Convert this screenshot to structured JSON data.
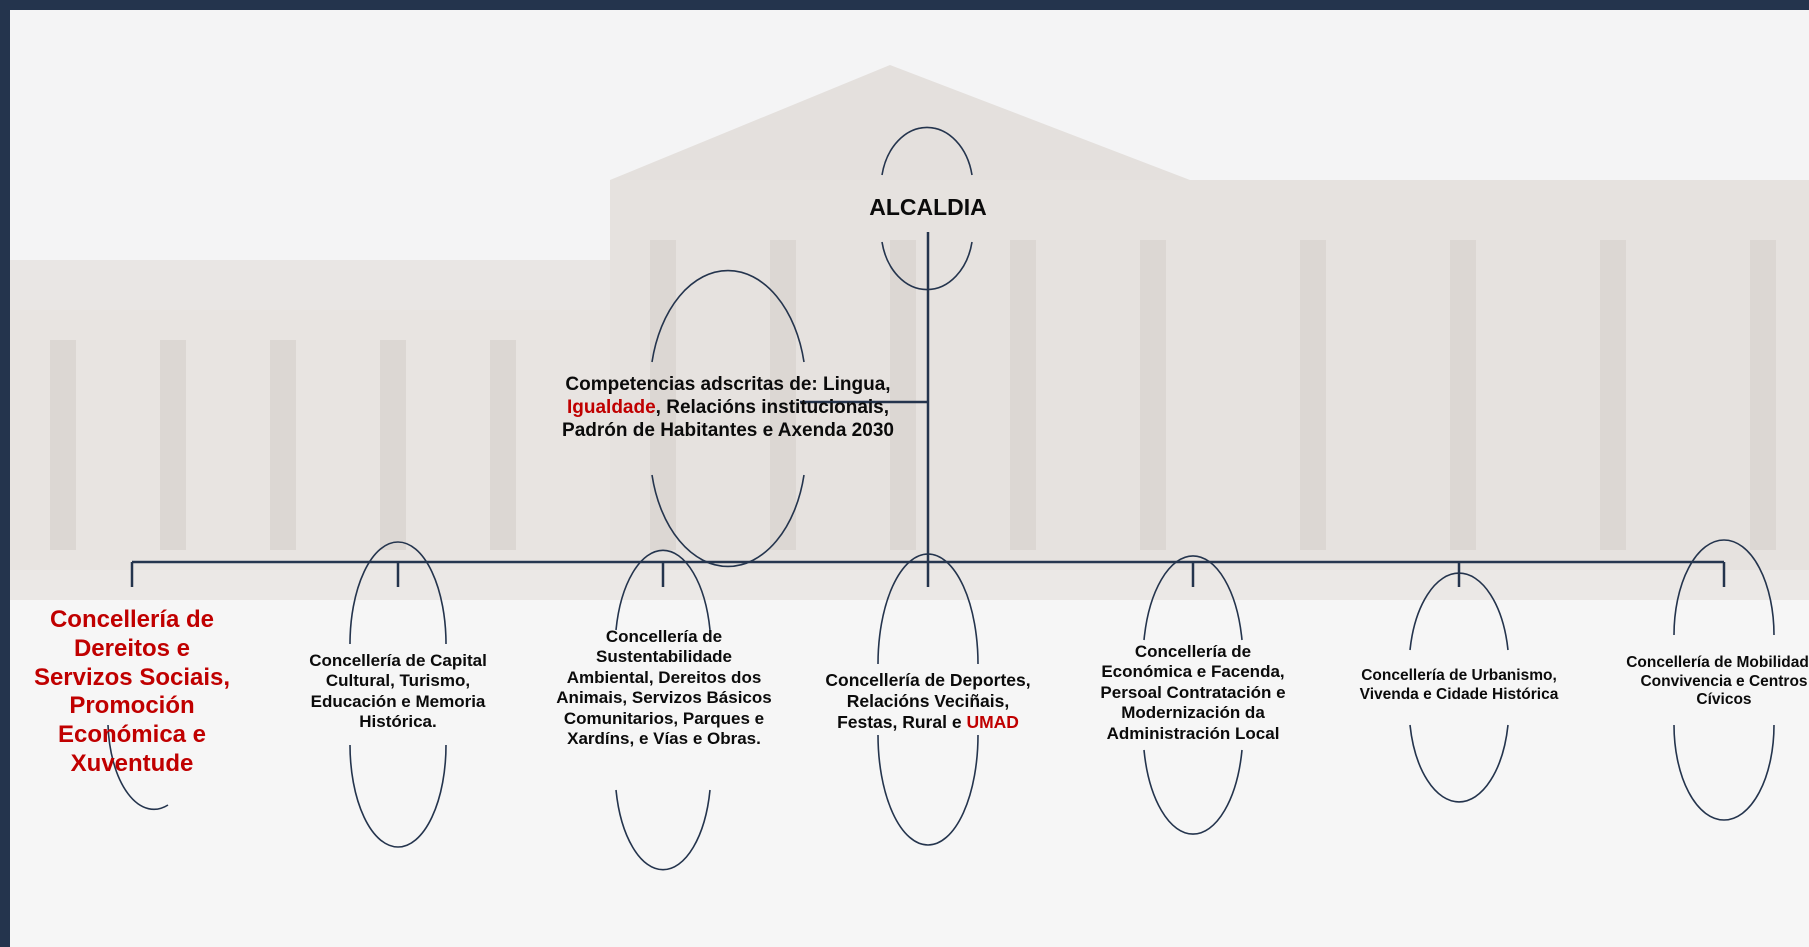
{
  "root": {
    "label": "ALCALDIA"
  },
  "staff": {
    "text_before": "Competencias adscritas de: Lingua, ",
    "highlight": "Igualdade",
    "text_after": ", Relacións institucionais, Padrón de Habitantes e Axenda 2030"
  },
  "departments": [
    {
      "label": "Concellería de Dereitos e Servizos Sociais, Promoción Económica e Xuventude"
    },
    {
      "label": "Concellería de Capital Cultural, Turismo, Educación e Memoria Histórica."
    },
    {
      "label": "Concellería de Sustentabilidade Ambiental, Dereitos dos Animais, Servizos Básicos Comunitarios, Parques e Xardíns, e Vías e Obras."
    },
    {
      "text_before": "Concellería de Deportes, Relacións Veciñais, Festas, Rural e ",
      "highlight": "UMAD"
    },
    {
      "label": "Concellería de Económica e Facenda, Persoal Contratación e Modernización da Administración Local"
    },
    {
      "label": "Concellería de Urbanismo, Vivenda e Cidade Histórica"
    },
    {
      "label": "Concellería de Mobilidade, Convivencia e Centros Cívicos"
    }
  ],
  "colors": {
    "frame": "#24344d",
    "connector": "#24344d",
    "highlight": "#c00000"
  }
}
